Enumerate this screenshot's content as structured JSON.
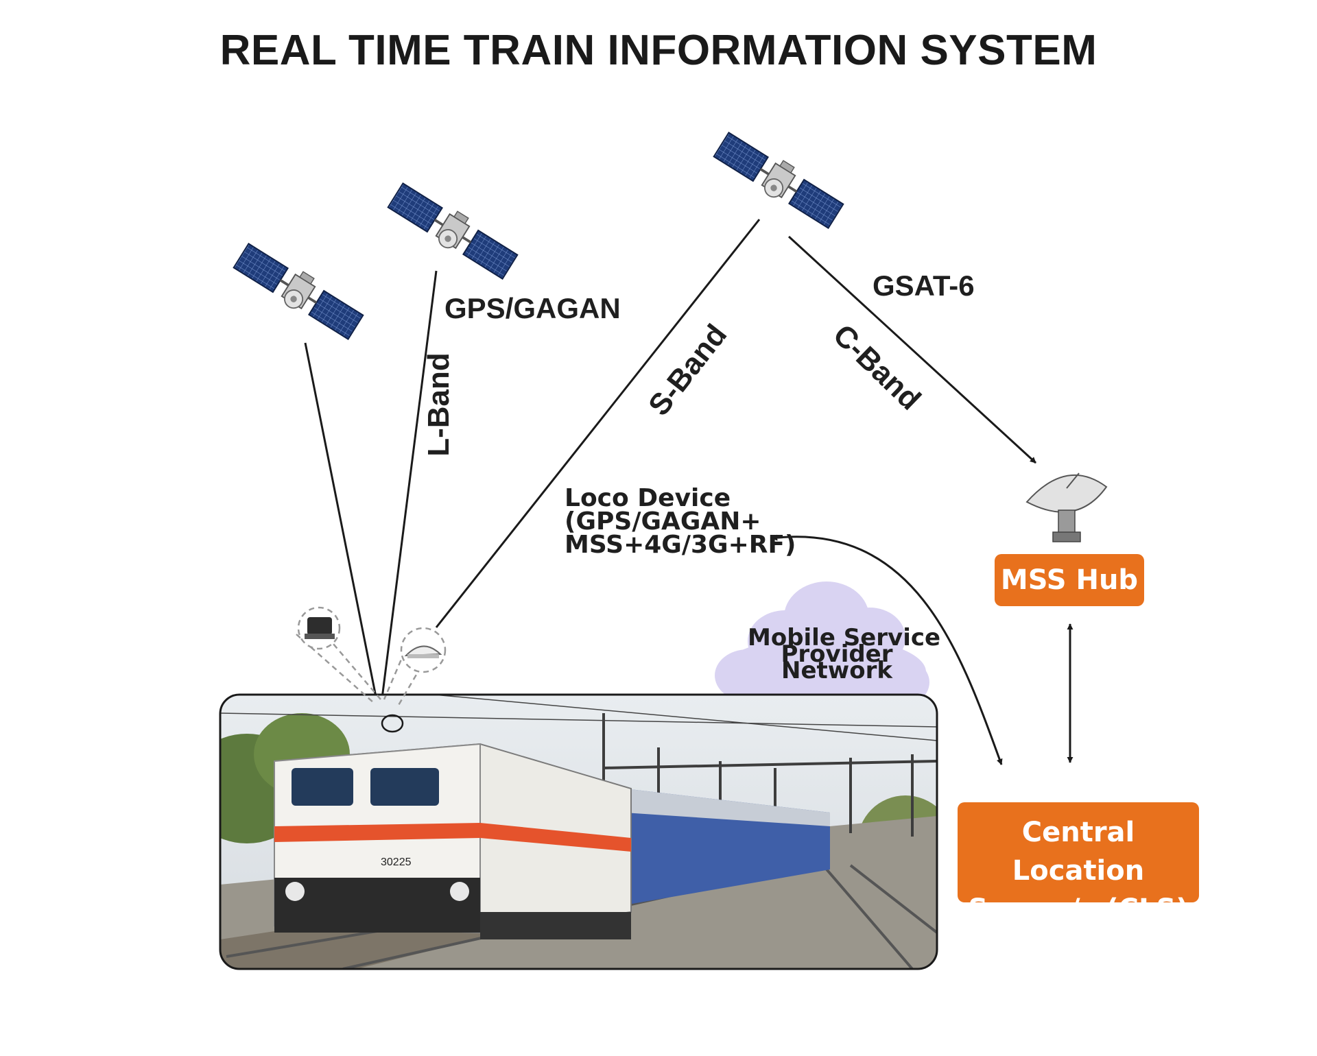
{
  "title": "REAL TIME TRAIN INFORMATION SYSTEM",
  "labels": {
    "gps_gagan": "GPS/GAGAN",
    "gsat6": "GSAT-6",
    "l_band": "L-Band",
    "s_band": "S-Band",
    "c_band": "C-Band",
    "loco_device": [
      "Loco Device",
      "(GPS/GAGAN+",
      "MSS+4G/3G+RF)"
    ],
    "mobile_network": [
      "Mobile Service",
      "Provider",
      "Network"
    ]
  },
  "nodes": {
    "mss_hub": "MSS Hub",
    "cls": [
      "Central Location",
      "Server/s (CLS)"
    ]
  },
  "colors": {
    "accent_orange": "#e8711d",
    "cloud": "#d9d3f2",
    "line": "#1a1a1a",
    "panel_blue": "#1f3c7a"
  },
  "icons": [
    "satellite-icon",
    "satellite-dish-icon",
    "cloud-icon",
    "gps-antenna-icon",
    "mss-terminal-icon"
  ]
}
